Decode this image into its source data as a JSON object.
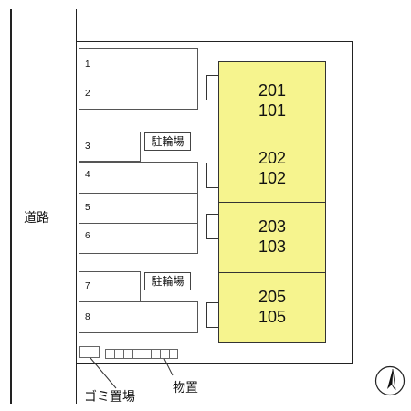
{
  "road_label": "道路",
  "parking_slots": [
    "1",
    "2",
    "3",
    "4",
    "5",
    "6",
    "7",
    "8"
  ],
  "bicycle_parking_label": "駐輪場",
  "buildings": [
    {
      "upper": "201",
      "lower": "101"
    },
    {
      "upper": "202",
      "lower": "102"
    },
    {
      "upper": "203",
      "lower": "103"
    },
    {
      "upper": "205",
      "lower": "105"
    }
  ],
  "garbage_area_label": "ゴミ置場",
  "storage_label": "物置",
  "colors": {
    "building_fill": "#f6f48e",
    "line": "#222222"
  },
  "icons": {
    "compass": "north-arrow-icon"
  }
}
